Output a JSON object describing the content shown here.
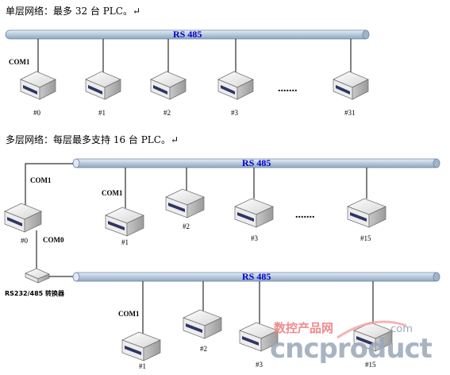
{
  "captions": {
    "single": "单层网络：最多 32 台 PLC。↵",
    "multi": "多层网络：每层最多支持 16 台 PLC。↵"
  },
  "buses": {
    "top": "RS 485",
    "middle": "RS 485",
    "bottom": "RS 485"
  },
  "single_layer": {
    "port": "COM1",
    "nodes": [
      "#0",
      "#1",
      "#2",
      "#3",
      "#31"
    ],
    "ellipsis": "......."
  },
  "multi_layer": {
    "master_label": "#0",
    "master_port_up": "COM1",
    "master_port_down": "COM0",
    "converter": "RS232/485 转换器",
    "layer1": {
      "port": "COM1",
      "nodes": [
        "#1",
        "#2",
        "#3",
        "#15"
      ],
      "ellipsis": "......."
    },
    "layer2": {
      "port": "COM1",
      "nodes": [
        "#1",
        "#2",
        "#3",
        "#15"
      ]
    }
  },
  "watermark": {
    "cn": "数控产品网",
    "main": "cncproduct",
    "suffix": ".com"
  },
  "colors": {
    "bus_fill": "#b7c9dc",
    "bus_label": "#0000cc",
    "device_body": "#f2f2f2",
    "device_panel": "#2e3566"
  }
}
